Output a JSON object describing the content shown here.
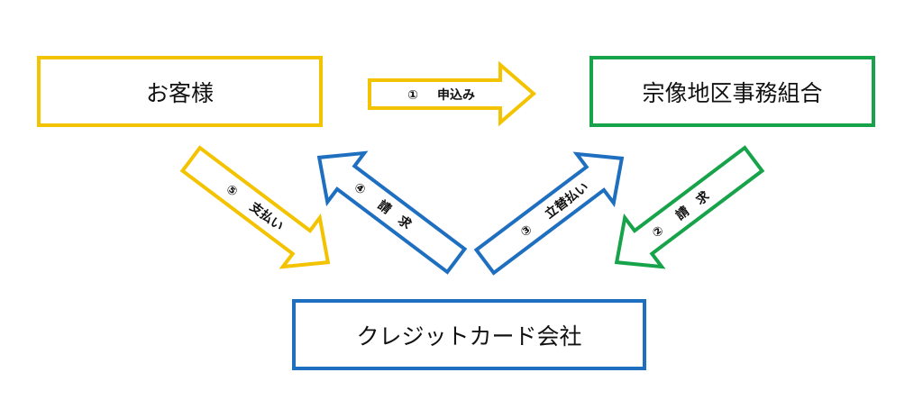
{
  "nodes": {
    "customer": "お客様",
    "union": "宗像地区事務組合",
    "card_company": "クレジットカード会社"
  },
  "steps": {
    "s1": {
      "num": "①",
      "label": "申込み"
    },
    "s2": {
      "num": "②",
      "label": "請　求"
    },
    "s3": {
      "num": "③",
      "label": "立替払い"
    },
    "s4": {
      "num": "④",
      "label": "請　求"
    },
    "s5": {
      "num": "⑤",
      "label": "支払い"
    }
  },
  "colors": {
    "customer": "#f3c300",
    "union": "#17a34a",
    "card_company": "#1f6fc0"
  }
}
